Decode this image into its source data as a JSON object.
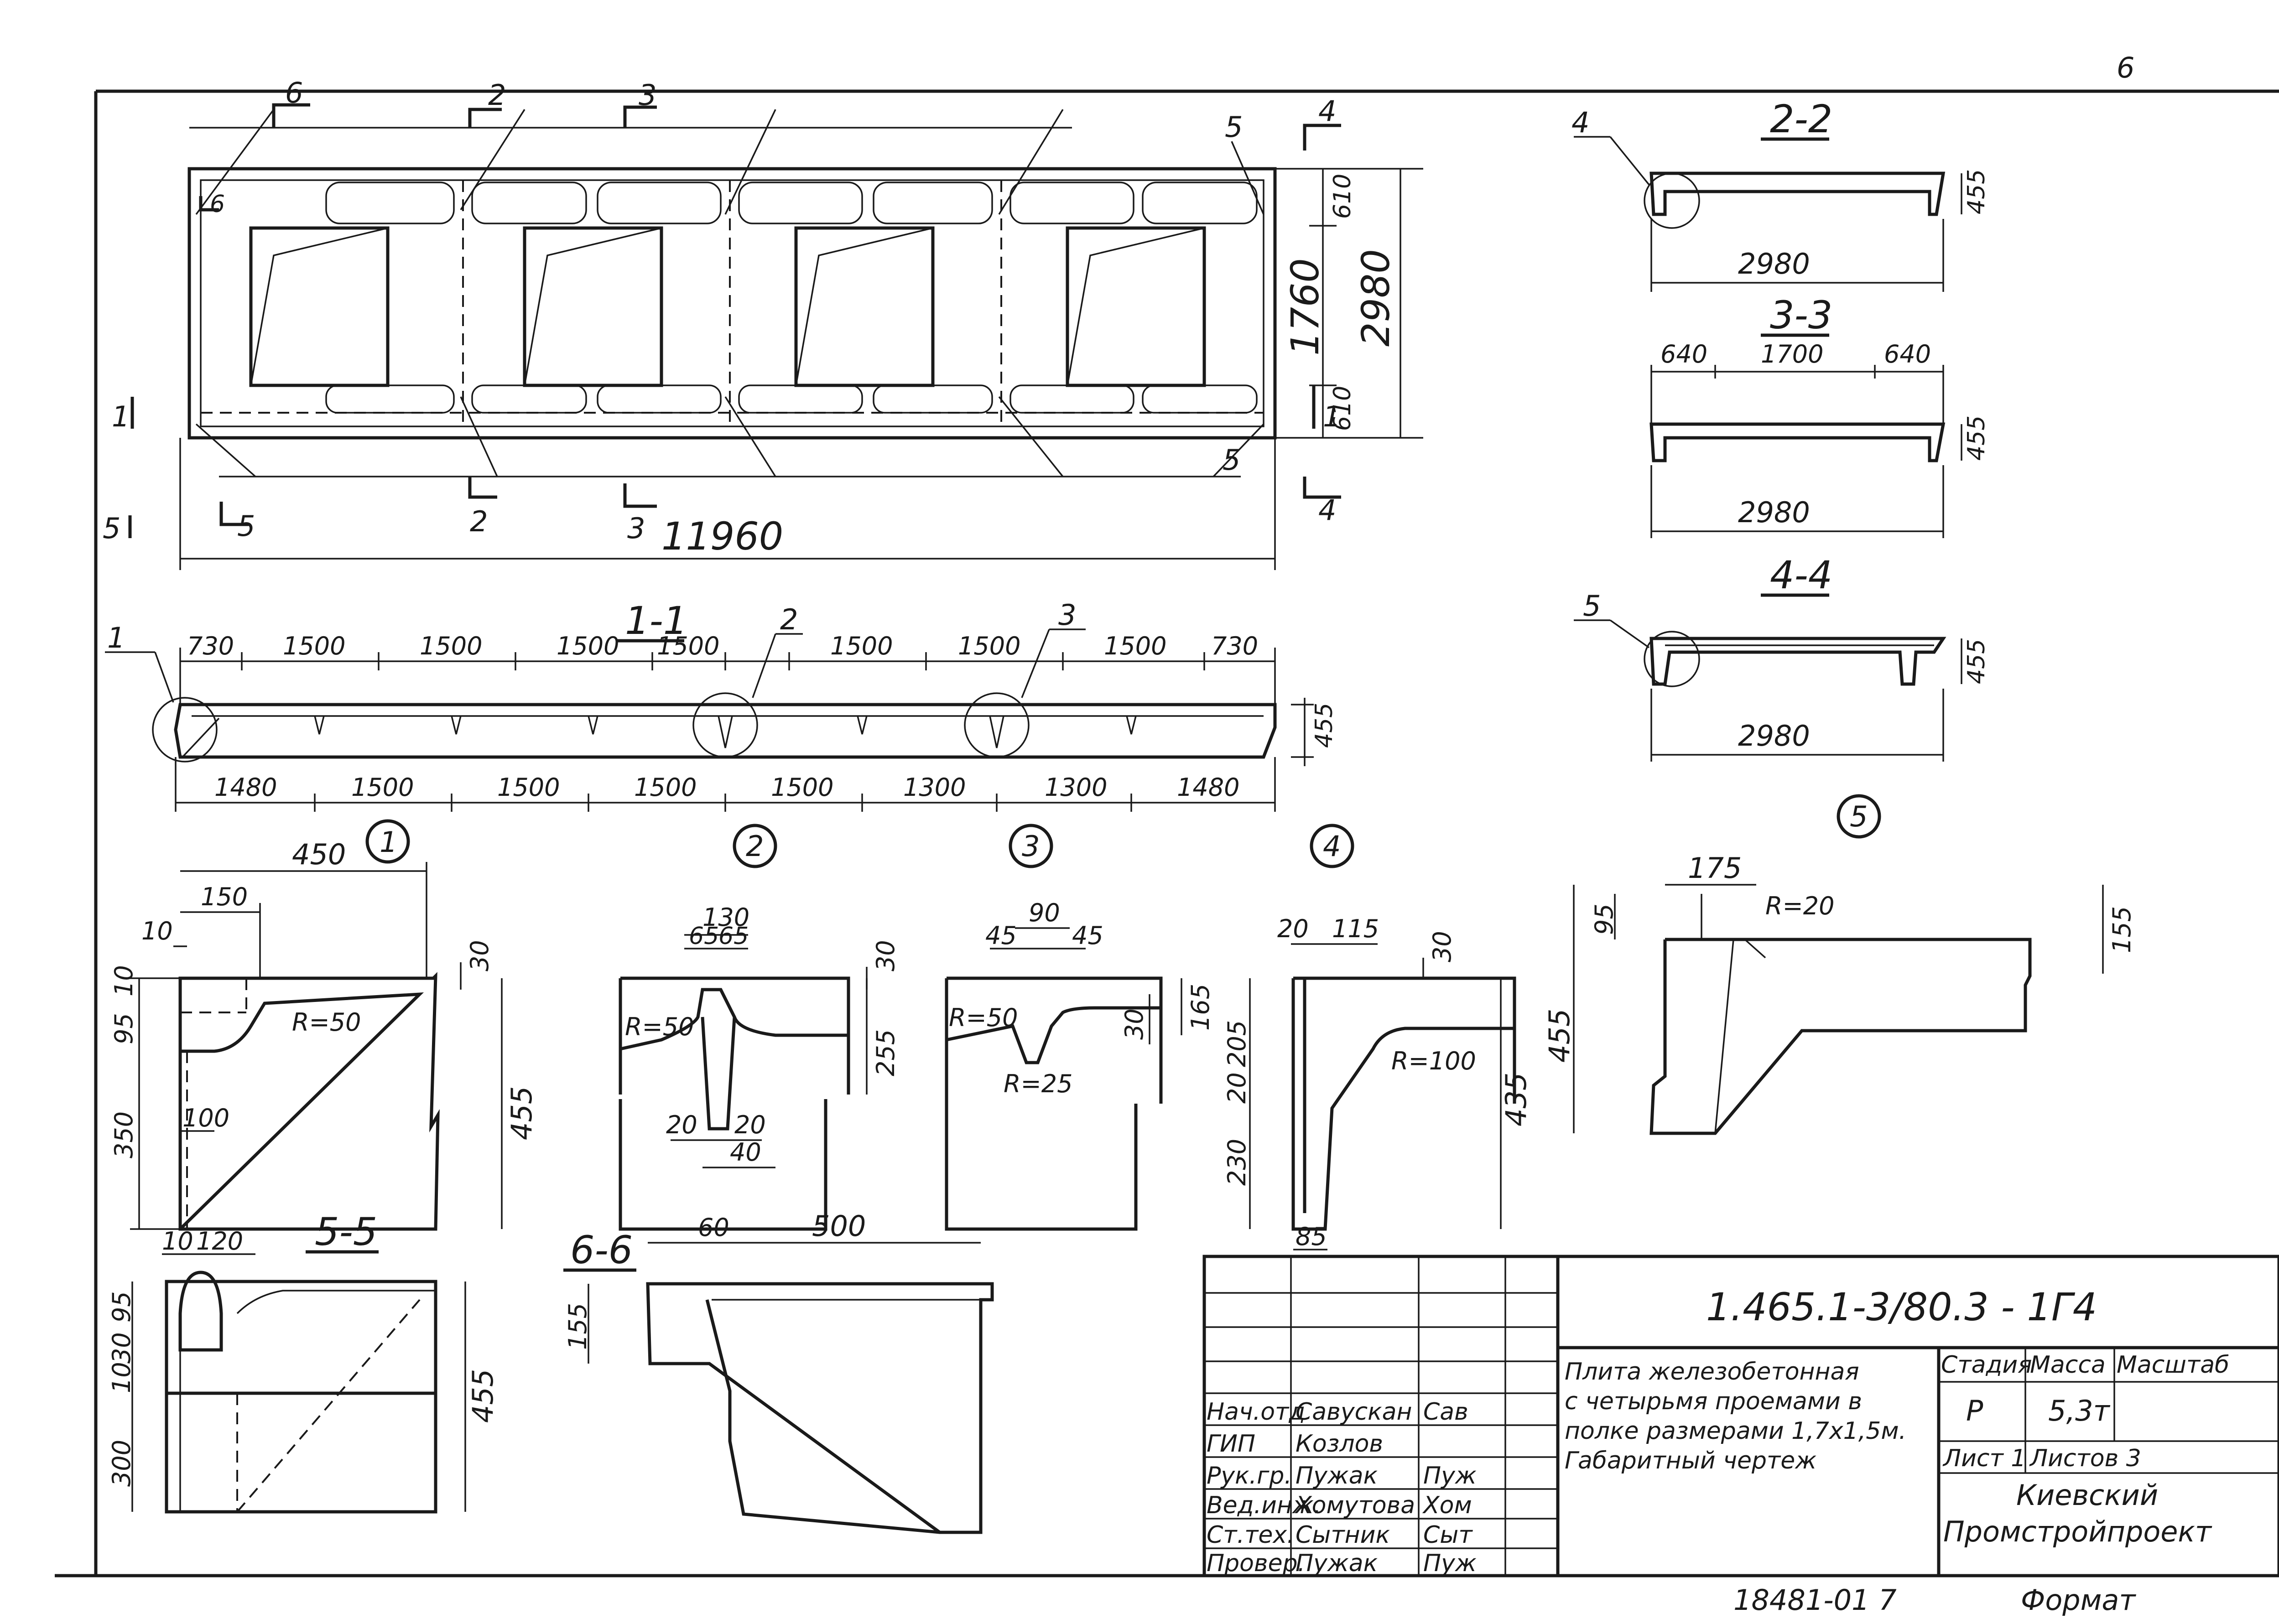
{
  "page_number": "6",
  "plan": {
    "section_marks": [
      "6",
      "2",
      "3",
      "4",
      "5",
      "1",
      "1",
      "5",
      "5",
      "2",
      "3",
      "4",
      "6",
      "1"
    ],
    "dims": {
      "length": "11960",
      "width_total": "2980",
      "width_mid": "1760",
      "edge_top": "610",
      "edge_bottom": "610"
    },
    "callout_5": "5"
  },
  "section_1_1": {
    "title": "1-1",
    "top_dims": [
      "730",
      "1500",
      "1500",
      "1500",
      "1500",
      "1500",
      "1500",
      "1500",
      "730"
    ],
    "bottom_dims": [
      "1480",
      "1500",
      "1500",
      "1500",
      "1500",
      "1300",
      "1300",
      "1480"
    ],
    "height": "455",
    "callouts": [
      "1",
      "2",
      "3"
    ]
  },
  "section_2_2": {
    "title": "2-2",
    "width": "2980",
    "height": "455",
    "callout": "4"
  },
  "section_3_3": {
    "title": "3-3",
    "width": "2980",
    "height": "455",
    "top_dims": [
      "640",
      "1700",
      "640"
    ]
  },
  "section_4_4": {
    "title": "4-4",
    "width": "2980",
    "height": "455",
    "callout": "5"
  },
  "detail_1": {
    "num": "1",
    "dims": [
      "450",
      "150",
      "10",
      "30",
      "10",
      "95",
      "350",
      "100",
      "455"
    ],
    "radius": "R=50"
  },
  "detail_2": {
    "num": "2",
    "dims": [
      "130",
      "65",
      "65",
      "30",
      "255",
      "20",
      "20",
      "40"
    ],
    "radius": "R=50"
  },
  "detail_3": {
    "num": "3",
    "dims": [
      "90",
      "45",
      "45",
      "30",
      "165"
    ],
    "radius1": "R=50",
    "radius2": "R=25"
  },
  "detail_4": {
    "num": "4",
    "dims": [
      "20",
      "115",
      "30",
      "205",
      "20",
      "230",
      "435",
      "85"
    ],
    "radius": "R=100"
  },
  "detail_5": {
    "num": "5",
    "dims": [
      "175",
      "95",
      "155",
      "455"
    ],
    "radius": "R=20"
  },
  "section_5_5": {
    "title": "5-5",
    "dims": [
      "10",
      "120",
      "95",
      "30",
      "10",
      "300",
      "455"
    ]
  },
  "section_6_6": {
    "title": "6-6",
    "dims": [
      "60",
      "500",
      "155"
    ]
  },
  "title_block": {
    "code": "1.465.1-3/80.3 - 1Г4",
    "description": [
      "Плита железобетонная",
      "с четырьмя проемами в",
      "полке размерами 1,7х1,5м.",
      "Габаритный чертеж"
    ],
    "staff": [
      {
        "role": "Нач.отд",
        "name": "Савускан",
        "sign": "Сав"
      },
      {
        "role": "ГИП",
        "name": "Козлов",
        "sign": ""
      },
      {
        "role": "Рук.гр.",
        "name": "Пужак",
        "sign": "Пуж"
      },
      {
        "role": "Вед.инж.",
        "name": "Хомутова",
        "sign": "Хом"
      },
      {
        "role": "Ст.тех.",
        "name": "Сытник",
        "sign": "Сыт"
      },
      {
        "role": "Провер.",
        "name": "Пужак",
        "sign": "Пуж"
      }
    ],
    "stage_hdr": "Стадия",
    "mass_hdr": "Масса",
    "scale_hdr": "Масштаб",
    "stage": "Р",
    "mass": "5,3т",
    "sheet": "Лист 1",
    "sheets": "Листов 3",
    "org1": "Киевский",
    "org2": "Промстройпроект",
    "bottom_note": "18481-01  7",
    "format": "Формат"
  },
  "colors": {
    "ink": "#1a1a1a",
    "paper": "#ffffff"
  }
}
